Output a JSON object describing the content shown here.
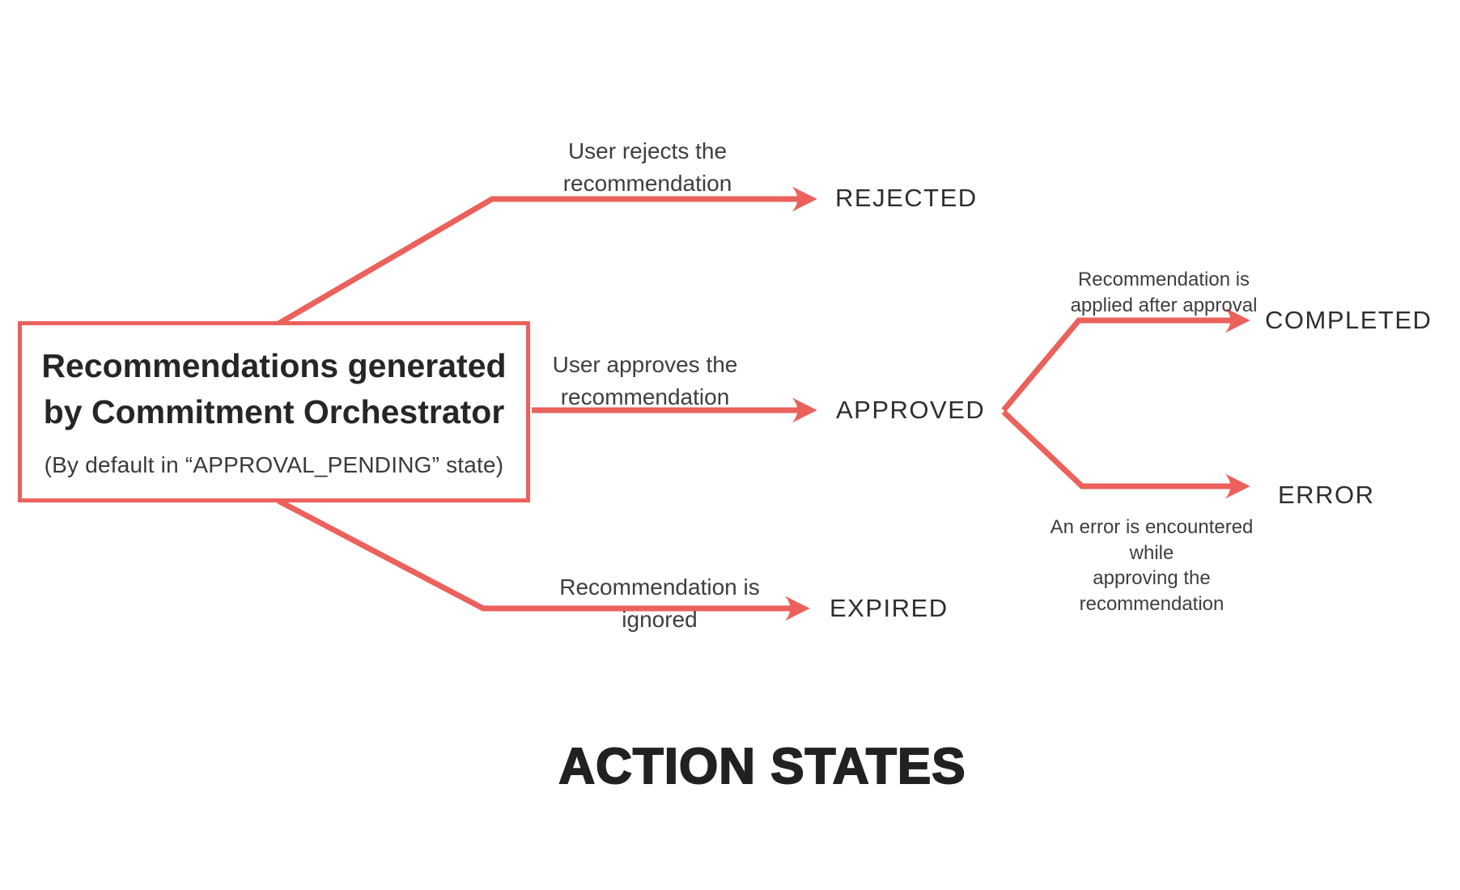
{
  "diagram": {
    "source_box": {
      "title": "Recommendations generated\nby Commitment Orchestrator",
      "subtitle": "(By default in “APPROVAL_PENDING” state)"
    },
    "edges": [
      {
        "id": "rejected",
        "label": "User rejects the\nrecommendation",
        "target": "REJECTED"
      },
      {
        "id": "approved",
        "label": "User approves the\nrecommendation",
        "target": "APPROVED"
      },
      {
        "id": "expired",
        "label": "Recommendation is ignored",
        "target": "EXPIRED"
      },
      {
        "id": "completed",
        "label": "Recommendation is\napplied after approval",
        "target": "COMPLETED"
      },
      {
        "id": "error",
        "label": "An error is encountered while\napproving the recommendation",
        "target": "ERROR"
      }
    ],
    "footer_title": "ACTION STATES"
  },
  "colors": {
    "accent": "#EB615B",
    "text_dark": "#262626",
    "text_gray": "#3E3E3E"
  }
}
